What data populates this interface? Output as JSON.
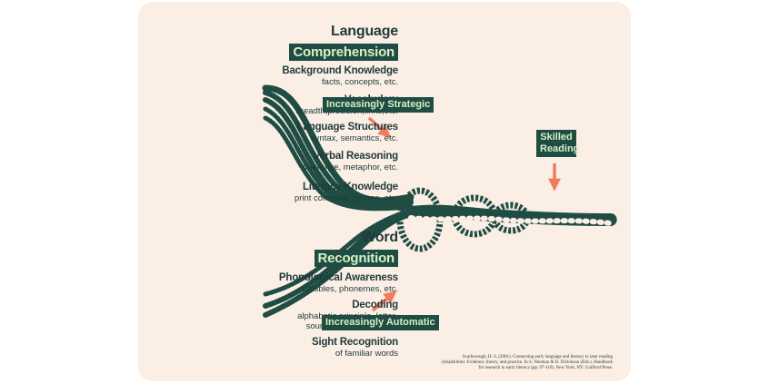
{
  "language": {
    "title": "Language",
    "highlight": "Comprehension",
    "items": [
      {
        "title": "Background Knowledge",
        "sub": "facts, concepts, etc."
      },
      {
        "title": "Vocabulary",
        "sub": "breadth,precision,links,etc."
      },
      {
        "title": "Language Structures",
        "sub": "syntax, semantics, etc."
      },
      {
        "title": "Verbal Reasoning",
        "sub": "inference, metaphor, etc."
      },
      {
        "title": "Literacy Knowledge",
        "sub": "print concepts, genres, etc."
      }
    ]
  },
  "word": {
    "title": "Word",
    "highlight": "Recognition",
    "items": [
      {
        "title": "Phonological Awareness",
        "sub": "syllables, phonemes, etc."
      },
      {
        "title": "Decoding",
        "sub": "alphabetic principle, letter-",
        "sub2": "sound correspondences"
      },
      {
        "title": "Sight Recognition",
        "sub": "of familiar words"
      }
    ]
  },
  "tags": {
    "strategic": "Increasingly Strategic",
    "automatic": "Increasingly Automatic",
    "skilled_1": "Skilled",
    "skilled_2": "Reading"
  },
  "citation": {
    "line1": "Scarborough, H. S. (2001). Connecting early language and literacy to later reading",
    "line2": "(dis)abilities: Evidence, theory, and practice. In S. Neuman & D. Dickinson (Eds.), Handbook",
    "line3": "for research in early literacy (pp. 97-110). New York, NY: Guilford Press."
  },
  "colors": {
    "rope": "#1f4d44",
    "arrow": "#f07c5e",
    "card": "#fbeee5",
    "tag_text": "#d7f0c4"
  }
}
